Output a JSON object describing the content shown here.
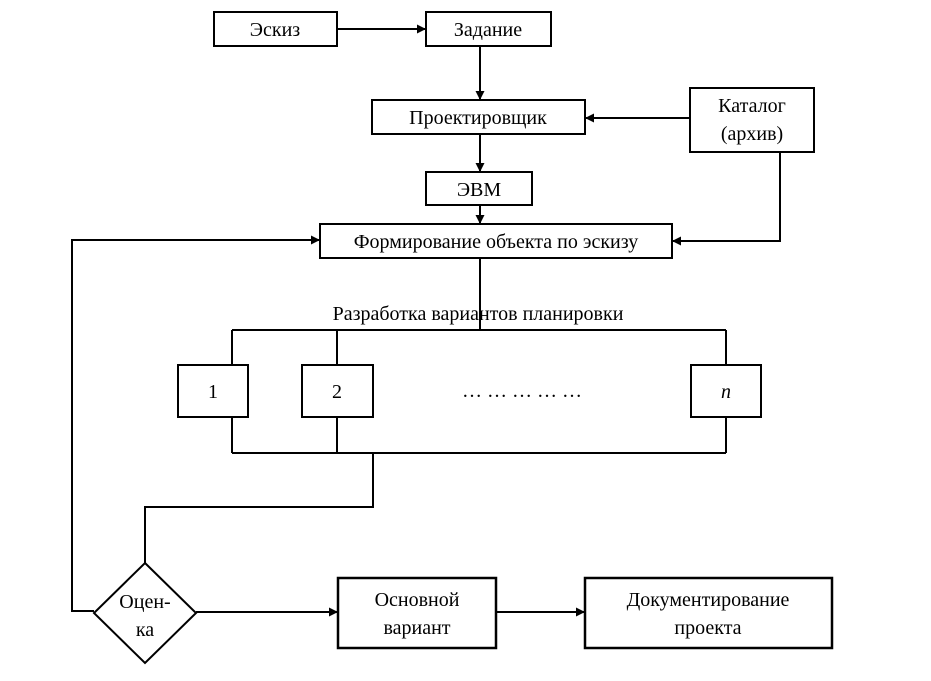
{
  "nodes": {
    "sketch": "Эскиз",
    "task": "Задание",
    "designer": "Проектировщик",
    "catalog_line1": "Каталог",
    "catalog_line2": "(архив)",
    "computer": "ЭВМ",
    "formation": "Формирование объекта по эскизу",
    "variants_title": "Разработка вариантов планировки",
    "variant_1": "1",
    "variant_2": "2",
    "variant_dots": "…  …  …  …  …",
    "variant_n": "n",
    "evaluation_line1": "Оцен-",
    "evaluation_line2": "ка",
    "main_variant_line1": "Основной",
    "main_variant_line2": "вариант",
    "documentation_line1": "Документирование",
    "documentation_line2": "проекта"
  },
  "colors": {
    "stroke": "#000000",
    "background": "#ffffff"
  }
}
